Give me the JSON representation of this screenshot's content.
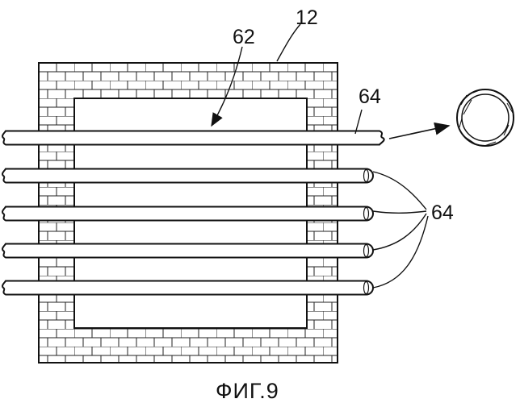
{
  "figure": {
    "labels": {
      "frame": "12",
      "wall_line": "62",
      "top_tube": "64",
      "tube_group": "64"
    },
    "caption": "ФИГ.9"
  }
}
